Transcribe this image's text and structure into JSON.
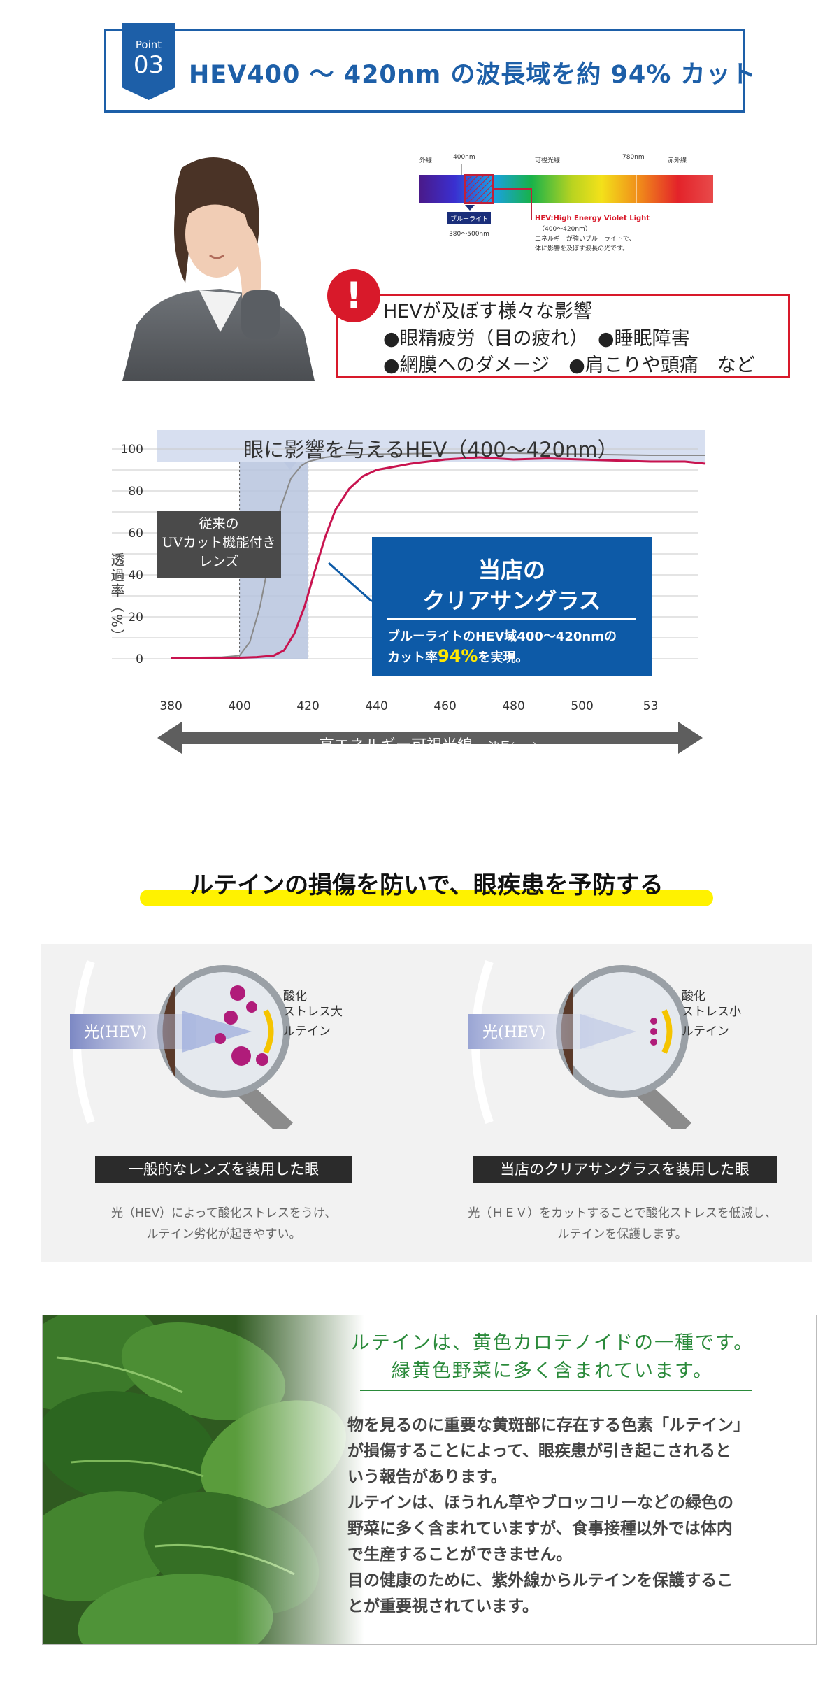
{
  "point": {
    "label": "Point",
    "number": "03",
    "title": "HEV400 〜 420nm の波長域を約 94% カット"
  },
  "spectrum": {
    "uv_label": "外線",
    "nm400": "400nm",
    "visible_label": "可視光線",
    "nm780": "780nm",
    "ir_label": "赤外線",
    "bluelight_label": "ブルーライト",
    "bluelight_range": "380〜500nm",
    "hev_title": "HEV:High Energy Violet Light",
    "hev_range": "（400〜420nm）",
    "hev_desc1": "エネルギーが強いブルーライトで、",
    "hev_desc2": "体に影響を及ぼす波長の光です。"
  },
  "effects": {
    "title": "HEVが及ぼす様々な影響",
    "line1": "●眼精疲労（目の疲れ）　●睡眠障害",
    "line2": "●網膜へのダメージ　●肩こりや頭痛　など"
  },
  "transmission": {
    "banner": "眼に影響を与えるHEV（400〜420nm）",
    "y_axis": "透過率（%）",
    "conventional_label": [
      "従来の",
      "UVカット機能付き",
      "レンズ"
    ],
    "store_title1": "当店の",
    "store_title2": "クリアサングラス",
    "store_desc1": "ブルーライトのHEV域400〜420nmの",
    "store_desc2_pre": "カット率",
    "store_desc2_pct": "94%",
    "store_desc2_post": "を実現。",
    "arrow_label": "高エネルギー可視光線",
    "arrow_unit": "波長(nm)"
  },
  "chart_data": {
    "type": "line",
    "title": "眼に影響を与えるHEV（400〜420nm）",
    "ylabel": "透過率（%）",
    "xlabel": "波長(nm)",
    "x_tick_labels": [
      "380",
      "400",
      "420",
      "440",
      "460",
      "480",
      "500",
      "53"
    ],
    "y_tick_labels": [
      "0",
      "20",
      "40",
      "60",
      "80",
      "100"
    ],
    "xlim": [
      376,
      536
    ],
    "ylim": [
      0,
      100
    ],
    "highlight_range": [
      400,
      420
    ],
    "grid": true,
    "series": [
      {
        "name": "従来のUVカット機能付きレンズ",
        "color": "#8a8a8a",
        "x": [
          380,
          395,
          400,
          403,
          406,
          409,
          412,
          415,
          418,
          420,
          425,
          430,
          440,
          460,
          480,
          500,
          520,
          536
        ],
        "y": [
          0.5,
          0.8,
          1.5,
          8,
          25,
          50,
          72,
          86,
          92,
          94,
          96,
          97,
          97.5,
          98,
          98,
          97.5,
          97,
          97
        ]
      },
      {
        "name": "当店のクリアサングラス",
        "color": "#c8134f",
        "x": [
          380,
          400,
          405,
          410,
          413,
          416,
          419,
          422,
          425,
          428,
          432,
          436,
          440,
          450,
          460,
          470,
          480,
          490,
          500,
          510,
          520,
          530,
          536
        ],
        "y": [
          0.3,
          0.5,
          0.8,
          1.5,
          4,
          12,
          25,
          42,
          58,
          71,
          81,
          87,
          90,
          93,
          95,
          96,
          95,
          95.5,
          95,
          94.5,
          94,
          94,
          93
        ]
      }
    ]
  },
  "lutein": {
    "heading": "ルテインの損傷を防いで、眼疾患を予防する",
    "left": {
      "light": "光(HEV)",
      "stress1": "酸化",
      "stress2": "ストレス大",
      "lutein": "ルテイン",
      "caption": "一般的なレンズを装用した眼",
      "desc1": "光（HEV）によって酸化ストレスをうけ、",
      "desc2": "ルテイン劣化が起きやすい。"
    },
    "right": {
      "light": "光(HEV)",
      "stress1": "酸化",
      "stress2": "ストレス小",
      "lutein": "ルテイン",
      "caption": "当店のクリアサングラスを装用した眼",
      "desc1": "光（ＨＥＶ）をカットすることで酸化ストレスを低減し、",
      "desc2": "ルテインを保護します。"
    }
  },
  "vegetables": {
    "heading1": "ルテインは、黄色カロテノイドの一種です。",
    "heading2": "緑黄色野菜に多く含まれています。",
    "body": [
      "物を見るのに重要な黄斑部に存在する色素「ルテイン」",
      "が損傷することによって、眼疾患が引き起こされると",
      "いう報告があります。",
      "ルテインは、ほうれん草やブロッコリーなどの緑色の",
      "野菜に多く含まれていますが、食事接種以外では体内",
      "で生産することができません。",
      "目の健康のために、紫外線からルテインを保護するこ",
      "とが重要視されています。"
    ]
  },
  "colors": {
    "brand_blue": "#1d5fa8",
    "alert_red": "#d8192a",
    "store_blue": "#0d5aa7",
    "highlight_yellow": "#fff200",
    "lutein_green": "#2a8a3a"
  }
}
